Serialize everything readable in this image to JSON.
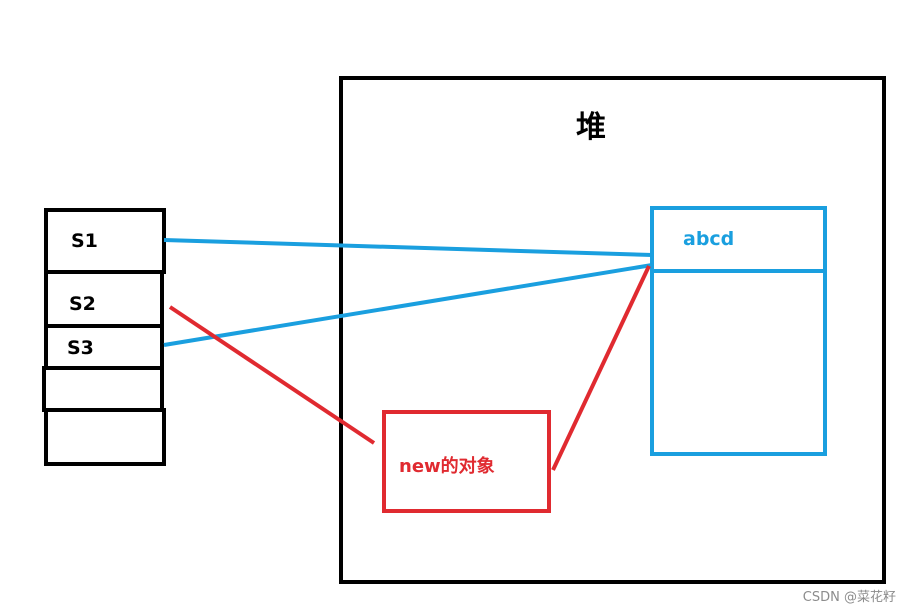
{
  "heap": {
    "label": "堆"
  },
  "stack": {
    "cells": [
      {
        "label": "S1"
      },
      {
        "label": "S2"
      },
      {
        "label": "S3"
      },
      {
        "label": ""
      },
      {
        "label": ""
      }
    ]
  },
  "string_object": {
    "value": "abcd"
  },
  "new_object": {
    "label": "new的对象"
  },
  "watermark": {
    "text": "CSDN @菜花籽"
  },
  "colors": {
    "heap_border": "#000000",
    "stack_border": "#000000",
    "reference_blue": "#1a9fdf",
    "reference_red": "#e02a30"
  }
}
